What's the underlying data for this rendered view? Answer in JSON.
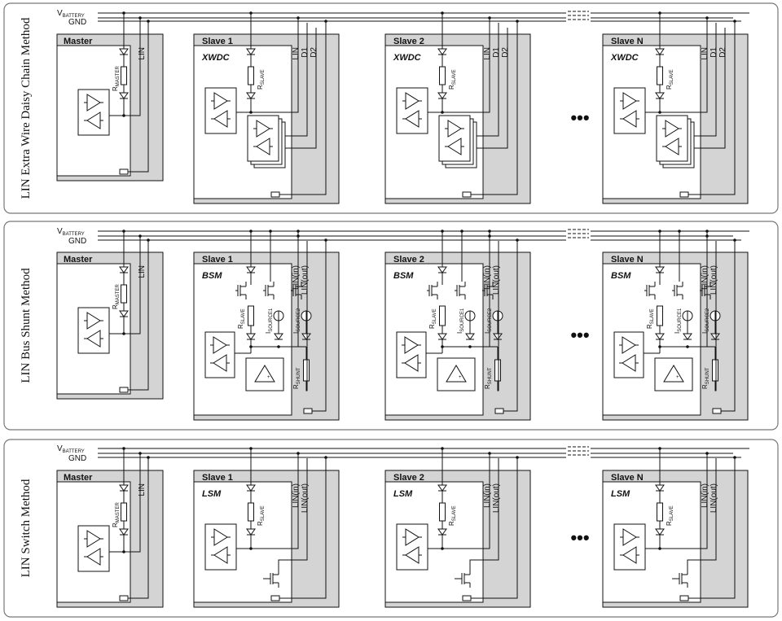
{
  "bus": {
    "vbat": "V",
    "vbat_sub": "BATTERY",
    "gnd": "GND"
  },
  "ellipsis": "•••",
  "panels": [
    {
      "id": "xwdc",
      "title": "LIN Extra Wire Daisy Chain Method",
      "master": {
        "label": "Master",
        "pin": "LIN",
        "res": "R",
        "res_sub": "MASTER"
      },
      "slaves": [
        {
          "label": "Slave 1",
          "mode": "XWDC",
          "pins": [
            "LIN",
            "D1",
            "D2"
          ]
        },
        {
          "label": "Slave 2",
          "mode": "XWDC",
          "pins": [
            "LIN",
            "D1",
            "D2"
          ]
        },
        {
          "label": "Slave N",
          "mode": "XWDC",
          "pins": [
            "LIN",
            "D1",
            "D2"
          ]
        }
      ],
      "res": "R",
      "res_sub": "SLAVE"
    },
    {
      "id": "bsm",
      "title": "LIN Bus Shunt Method",
      "master": {
        "label": "Master",
        "pin": "LIN",
        "res": "R",
        "res_sub": "MASTER"
      },
      "slaves": [
        {
          "label": "Slave 1",
          "mode": "BSM",
          "pins": [
            "LIN(in)",
            "LIN(out)"
          ]
        },
        {
          "label": "Slave 2",
          "mode": "BSM",
          "pins": [
            "LIN(in)",
            "LIN(out)"
          ]
        },
        {
          "label": "Slave N",
          "mode": "BSM",
          "pins": [
            "LIN(in)",
            "LIN(out)"
          ]
        }
      ],
      "res": "R",
      "res_sub": "SLAVE",
      "src1": "I",
      "src1_sub": "SOURCE1",
      "src2": "I",
      "src2_sub": "SOURCE2",
      "shunt": "R",
      "shunt_sub": "SHUNT"
    },
    {
      "id": "lsm",
      "title": "LIN Switch Method",
      "master": {
        "label": "Master",
        "pin": "LIN",
        "res": "R",
        "res_sub": "MASTER"
      },
      "slaves": [
        {
          "label": "Slave 1",
          "mode": "LSM",
          "pins": [
            "LIN(in)",
            "LIN(out)"
          ]
        },
        {
          "label": "Slave 2",
          "mode": "LSM",
          "pins": [
            "LIN(in)",
            "LIN(out)"
          ]
        },
        {
          "label": "Slave N",
          "mode": "LSM",
          "pins": [
            "LIN(in)",
            "LIN(out)"
          ]
        }
      ],
      "res": "R",
      "res_sub": "SLAVE"
    }
  ]
}
